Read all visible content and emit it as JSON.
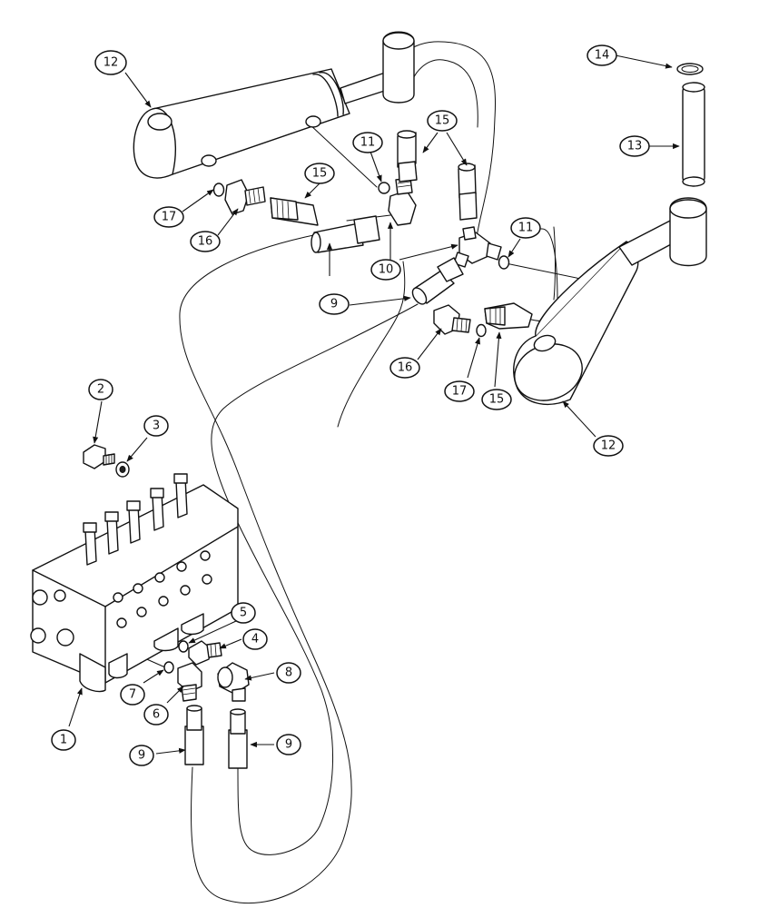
{
  "callouts": {
    "c1": "1",
    "c2": "2",
    "c3": "3",
    "c4": "4",
    "c5": "5",
    "c6": "6",
    "c7": "7",
    "c8": "8",
    "c9a": "9",
    "c9b": "9",
    "c9c": "9",
    "c10": "10",
    "c11a": "11",
    "c11b": "11",
    "c12a": "12",
    "c12b": "12",
    "c13": "13",
    "c14": "14",
    "c15a": "15",
    "c15b": "15",
    "c15c": "15",
    "c16a": "16",
    "c16b": "16",
    "c17a": "17",
    "c17b": "17"
  }
}
